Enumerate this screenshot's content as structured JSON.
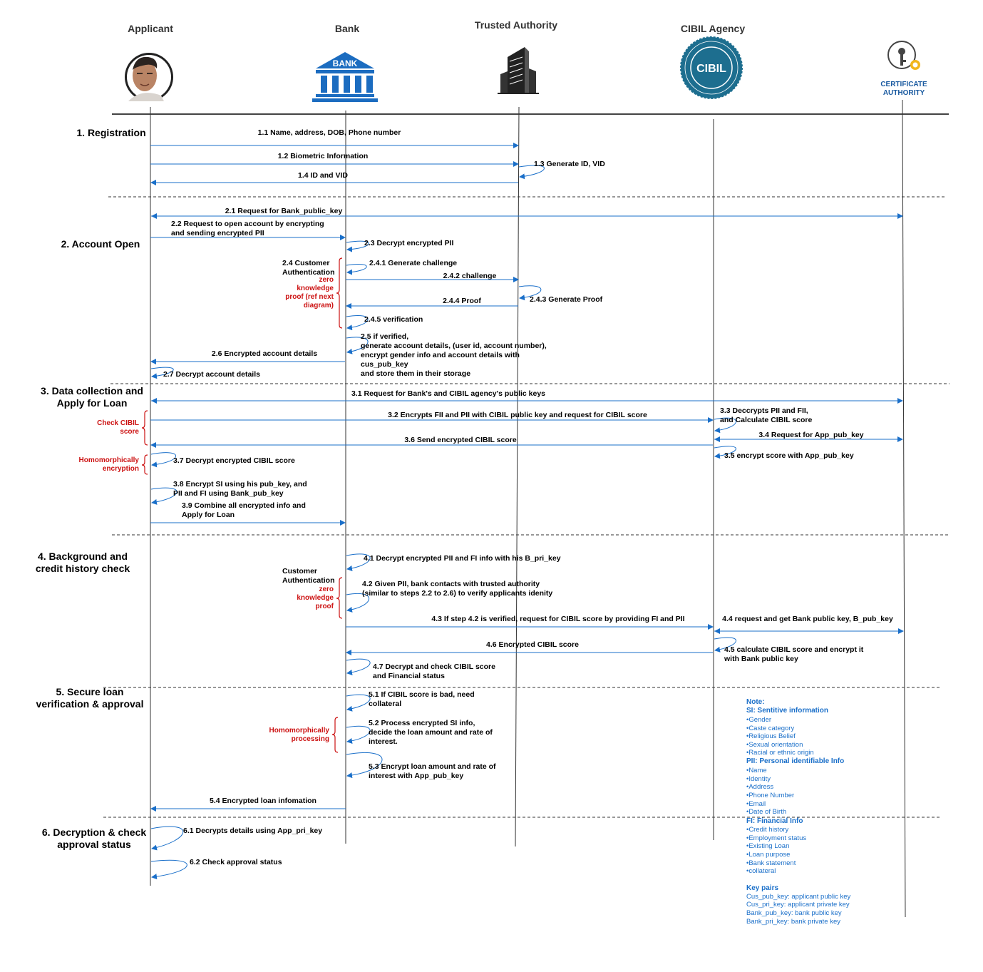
{
  "actors": {
    "applicant": "Applicant",
    "bank": "Bank",
    "trusted_authority": "Trusted Authority",
    "cibil_agency": "CIBIL Agency",
    "certificate_authority_line1": "CERTIFICATE",
    "certificate_authority_line2": "AUTHORITY",
    "bank_logo_text": "BANK",
    "cibil_logo_text": "CIBIL"
  },
  "phases": {
    "p1": "1. Registration",
    "p2": "2. Account Open",
    "p3a": "3. Data collection and",
    "p3b": "Apply for Loan",
    "p4a": "4. Background and",
    "p4b": "credit history check",
    "p5a": "5. Secure loan",
    "p5b": "verification & approval",
    "p6a": "6. Decryption & check",
    "p6b": "approval status"
  },
  "messages": {
    "m1_1": "1.1 Name, address, DOB, Phone number",
    "m1_2": "1.2 Biometric Information",
    "m1_3": "1.3 Generate ID, VID",
    "m1_4": "1.4 ID and VID",
    "m2_1": "2.1 Request for Bank_public_key",
    "m2_2a": "2.2 Request to open account by encrypting",
    "m2_2b": "and sending encrypted PII",
    "m2_3": "2.3 Decrypt encrypted PII",
    "m2_4a": "2.4 Customer",
    "m2_4b": "Authentication",
    "m2_4_1": "2.4.1 Generate challenge",
    "m2_4_2": "2.4.2 challenge",
    "m2_4_3": "2.4.3 Generate Proof",
    "m2_4_4": "2.4.4 Proof",
    "m2_4_5": "2.4.5  verification",
    "m2_5a": "2.5 if verified,",
    "m2_5b": "generate account details, (user id, account number),",
    "m2_5c": "encrypt gender info and account details with",
    "m2_5d": "cus_pub_key",
    "m2_5e": "and store them in their storage",
    "m2_6": "2.6 Encrypted account details",
    "m2_7": "2.7 Decrypt account details",
    "m3_1": "3.1 Request for Bank's and CIBIL agency's  public keys",
    "m3_2": "3.2 Encrypts FII and PII with CIBIL public key and request for CIBIL score",
    "m3_3a": "3.3 Deccrypts PII and FII,",
    "m3_3b": "and Calculate CIBIL score",
    "m3_4": "3.4 Request for App_pub_key",
    "m3_5": "3.5 encrypt score with App_pub_key",
    "m3_6": "3.6 Send encrypted CIBIL score",
    "m3_7": "3.7 Decrypt encrypted CIBIL score",
    "m3_8a": "3.8 Encrypt SI using his pub_key, and",
    "m3_8b": "PII and FI using Bank_pub_key",
    "m3_9a": "3.9 Combine all encrypted info and",
    "m3_9b": "Apply for Loan",
    "m4_1": "4.1 Decrypt encrypted PII and FI info with his B_pri_key",
    "m4_cust_a": "Customer",
    "m4_cust_b": "Authentication",
    "m4_2a": "4.2 Given PII, bank contacts with trusted authority",
    "m4_2b": "(similar to steps 2.2 to 2.6) to verify applicants idenity",
    "m4_3": "4.3 If step 4.2 is verified, request for CIBIL score by providing FI and PII",
    "m4_4": "4.4 request and get Bank public key, B_pub_key",
    "m4_5a": "4.5 calculate CIBIL score and encrypt it",
    "m4_5b": "with Bank public key",
    "m4_6": "4.6 Encrypted CIBIL score",
    "m4_7a": "4.7 Decrypt and check CIBIL score",
    "m4_7b": "and Financial status",
    "m5_1a": "5.1 If CIBIL score is bad, need",
    "m5_1b": "collateral",
    "m5_2a": "5.2 Process encrypted SI info,",
    "m5_2b": "decide the loan amount  and rate of",
    "m5_2c": "interest.",
    "m5_3a": "5.3 Encrypt loan amount and rate of",
    "m5_3b": "interest  with App_pub_key",
    "m5_4": "5.4 Encrypted loan infomation",
    "m6_1": "6.1 Decrypts details using App_pri_key",
    "m6_2": "6.2 Check approval status"
  },
  "annotations": {
    "zkp1_a": "zero",
    "zkp1_b": "knowledge",
    "zkp1_c": "proof (ref next",
    "zkp1_d": "diagram)",
    "check_cibil_a": "Check CIBIL",
    "check_cibil_b": "score",
    "homo_enc_a": "Homomorphically",
    "homo_enc_b": "encryption",
    "zkp2_a": "zero",
    "zkp2_b": "knowledge",
    "zkp2_c": "proof",
    "homo_proc_a": "Homomorphically",
    "homo_proc_b": "processing"
  },
  "note": {
    "title": "Note:",
    "si_title": "SI: Sentitive information",
    "si_items": [
      "•Gender",
      "•Caste category",
      "•Religious Belief",
      "•Sexual orientation",
      "•Racial or ethnic origin"
    ],
    "pii_title": "PII: Personal identifiable Info",
    "pii_items": [
      "•Name",
      "•Identity",
      "•Address",
      "•Phone Number",
      "•Email",
      "•Date of Birth"
    ],
    "fi_title": "FI: Financial Info",
    "fi_items": [
      "•Credit history",
      "•Employment status",
      "•Existing Loan",
      "•Loan purpose",
      "•Bank statement",
      "•collateral"
    ],
    "keys_title": "Key pairs",
    "keys_items": [
      "Cus_pub_key: applicant public key",
      "Cus_pri_key: applicant private key",
      "Bank_pub_key: bank public key",
      "Bank_pri_key: bank private key"
    ]
  },
  "colors": {
    "arrow": "#1a6fc9",
    "annotation_red": "#cc1111",
    "bank_blue": "#1b6cc0",
    "cibil_teal": "#1d6e8f"
  }
}
